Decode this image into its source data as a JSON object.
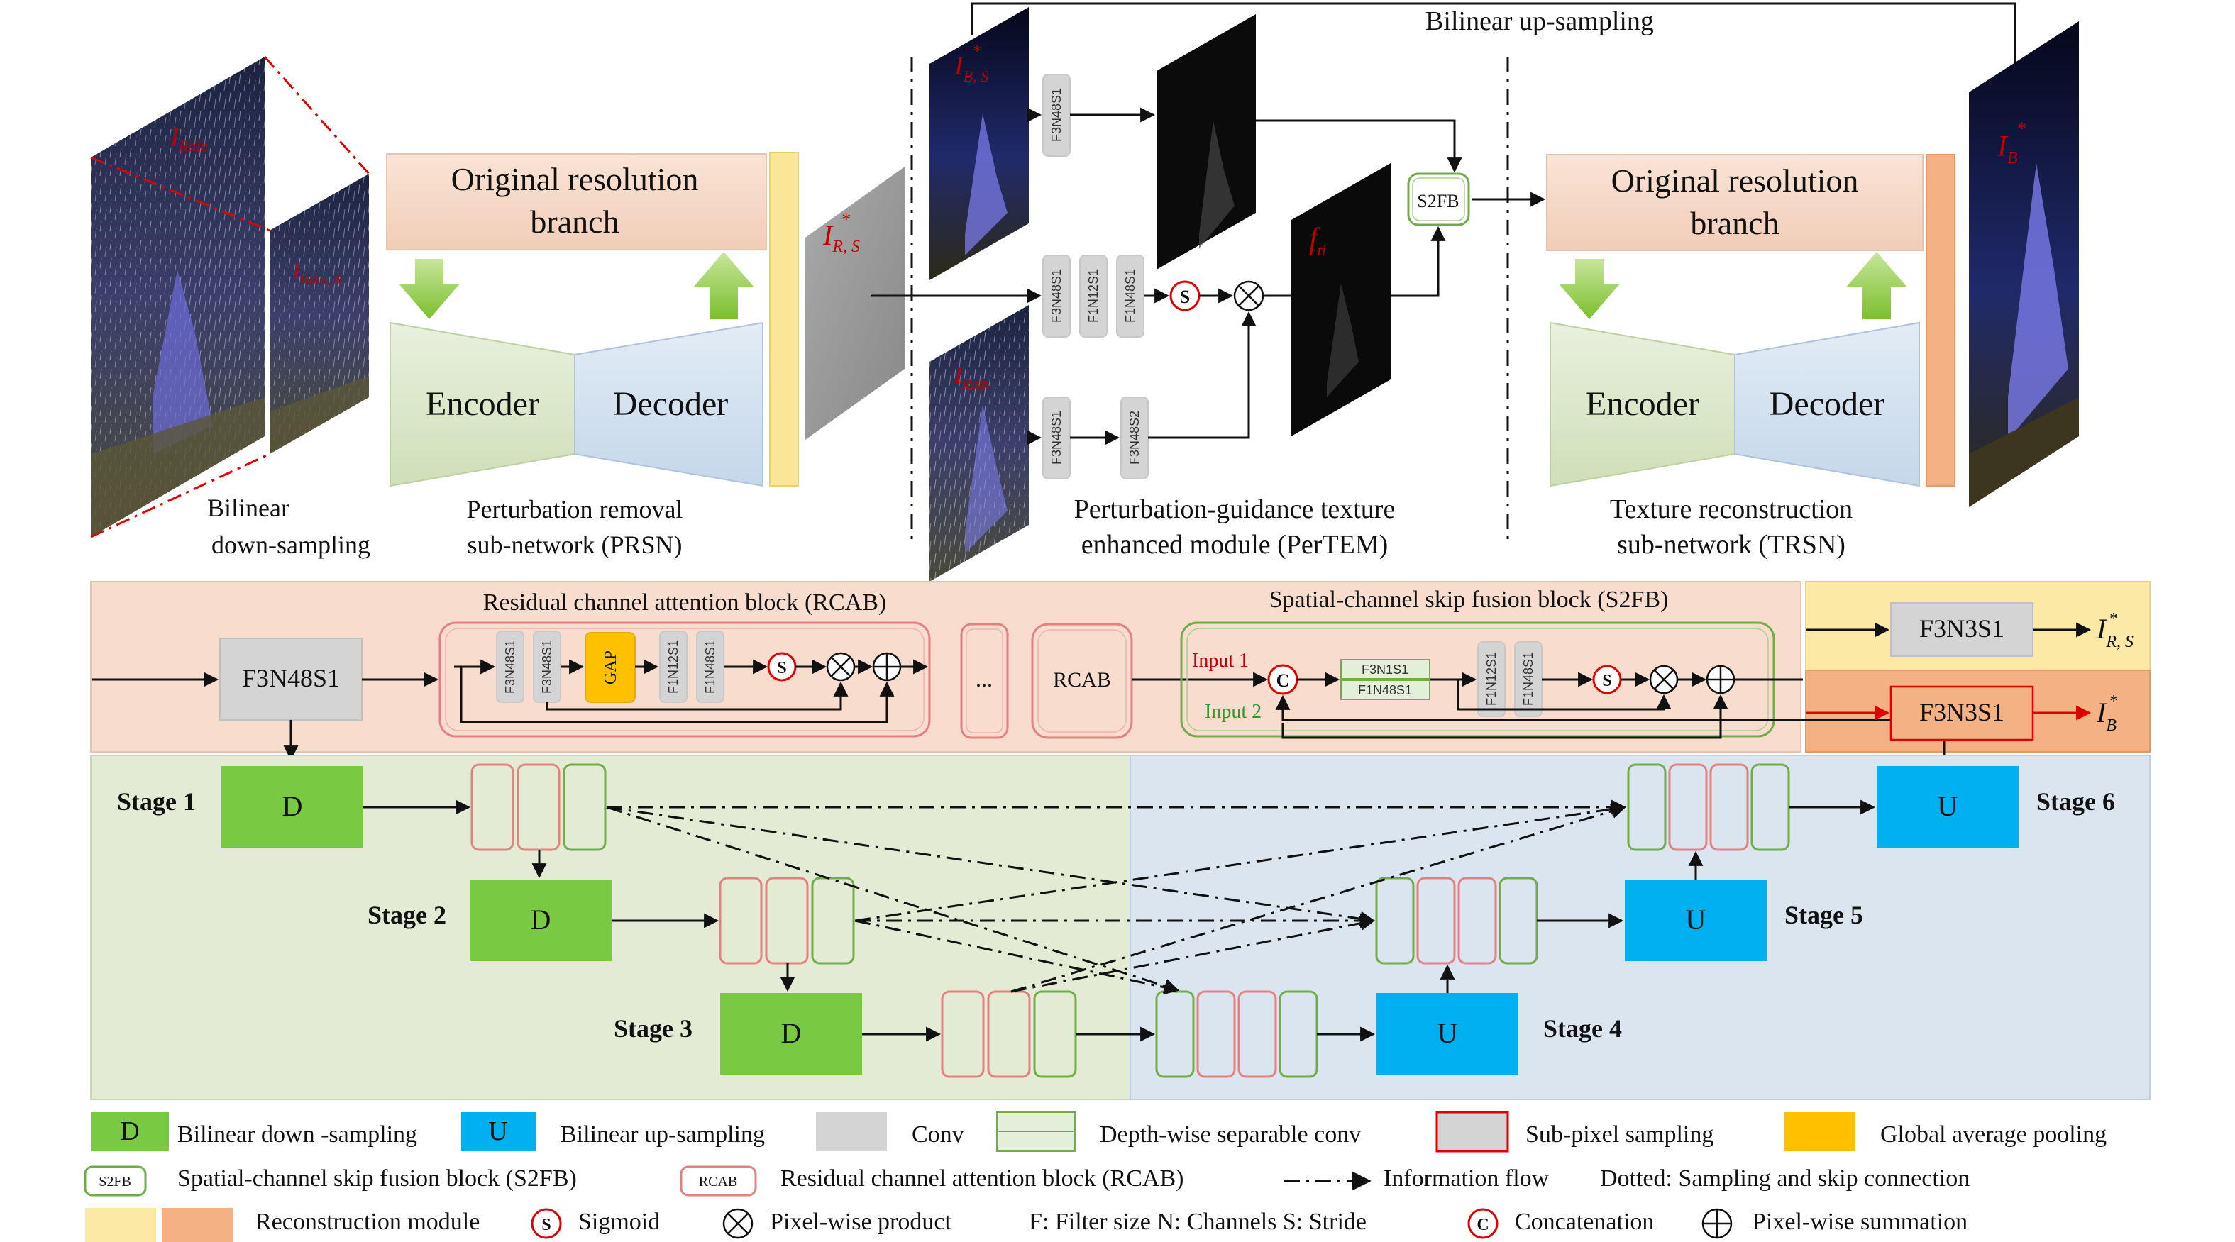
{
  "top": {
    "caption_bilinear_up": "Bilinear up-sampling",
    "img_rain": "I",
    "img_rain_sub": "Rain",
    "img_rain_s": "I",
    "img_rain_s_sub": "Rain, S",
    "caption_bilinear_down_1": "Bilinear",
    "caption_bilinear_down_2": "down-sampling",
    "prsn_branch_1": "Original resolution",
    "prsn_branch_2": "branch",
    "encoder": "Encoder",
    "decoder": "Decoder",
    "prsn_caption_1": "Perturbation removal",
    "prsn_caption_2": "sub-network (PRSN)",
    "i_rs": "I",
    "i_rs_sub": "R, S",
    "i_bs": "I",
    "i_bs_sub": "B, S",
    "i_rain2": "I",
    "i_rain2_sub": "Rain",
    "f_ti": "f",
    "f_ti_sub": "ti",
    "conv_top": "F3N48S1",
    "conv_mid_1": "F3N48S1",
    "conv_mid_2": "F1N12S1",
    "conv_mid_3": "F1N48S1",
    "conv_bot_1": "F3N48S1",
    "conv_bot_2": "F3N48S2",
    "sigmoid": "S",
    "s2fb": "S2FB",
    "pertem_caption_1": "Perturbation-guidance texture",
    "pertem_caption_2": "enhanced module (PerTEM)",
    "trsn_branch_1": "Original resolution",
    "trsn_branch_2": "branch",
    "trsn_caption_1": "Texture reconstruction",
    "trsn_caption_2": "sub-network (TRSN)",
    "i_b": "I",
    "i_b_sub": "B"
  },
  "detail": {
    "rcab_title": "Residual channel attention block (RCAB)",
    "s2fb_title": "Spatial-channel skip fusion block (S2FB)",
    "conv_main": "F3N48S1",
    "rcab_c1": "F3N48S1",
    "rcab_c2": "F3N48S1",
    "gap": "GAP",
    "rcab_c3": "F1N12S1",
    "rcab_c4": "F1N48S1",
    "ellipsis": "...",
    "rcab": "RCAB",
    "input1": "Input 1",
    "input2": "Input 2",
    "concat": "C",
    "dw1": "F3N1S1",
    "dw2": "F1N48S1",
    "s2_c1": "F1N12S1",
    "s2_c2": "F1N48S1",
    "recon_1": "F3N3S1",
    "recon_2": "F3N3S1",
    "out_rs": "I",
    "out_rs_sub": "R, S",
    "out_b": "I",
    "out_b_sub": "B"
  },
  "stages": {
    "s1": "Stage 1",
    "s2": "Stage 2",
    "s3": "Stage 3",
    "s4": "Stage 4",
    "s5": "Stage 5",
    "s6": "Stage 6",
    "D": "D",
    "U": "U"
  },
  "legend": {
    "d": "D",
    "d_label": "Bilinear down -sampling",
    "u": "U",
    "u_label": "Bilinear up-sampling",
    "conv_label": "Conv",
    "dw_label": "Depth-wise separable conv",
    "subpixel_label": "Sub-pixel sampling",
    "gap_label": "Global average pooling",
    "s2fb": "S2FB",
    "s2fb_label": "Spatial-channel skip fusion block (S2FB)",
    "rcab": "RCAB",
    "rcab_label": "Residual channel attention block (RCAB)",
    "flow_label": "Information flow",
    "dotted_label": "Dotted: Sampling and skip connection",
    "recon_label": "Reconstruction module",
    "sig": "S",
    "sig_label": "Sigmoid",
    "prod_label": "Pixel-wise product",
    "fns_label": "F: Filter size  N: Channels  S: Stride",
    "cat": "C",
    "cat_label": "Concatenation",
    "sum_label": "Pixel-wise summation"
  },
  "colors": {
    "pink_panel": "#f8dccd",
    "green_panel": "#e3ebd4",
    "blue_panel": "#dbe5f0",
    "d_green": "#7ac943",
    "u_blue": "#00b0f0",
    "gap_orange": "#ffc000",
    "recon_yellow": "#fde9a6",
    "recon_orange": "#f4b183",
    "red": "#c00000"
  }
}
